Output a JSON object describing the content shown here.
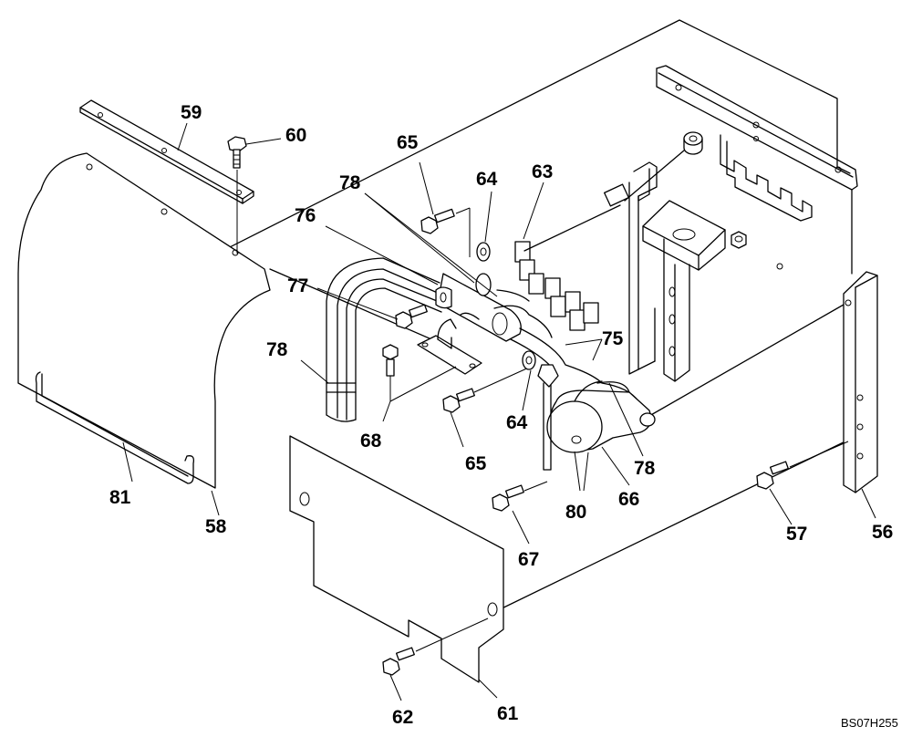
{
  "drawing_code": "BS07H255",
  "callouts": {
    "c56": "56",
    "c57": "57",
    "c58": "58",
    "c59": "59",
    "c60": "60",
    "c61": "61",
    "c62": "62",
    "c63": "63",
    "c64a": "64",
    "c64b": "64",
    "c65a": "65",
    "c65b": "65",
    "c66": "66",
    "c67": "67",
    "c68": "68",
    "c75": "75",
    "c76": "76",
    "c77": "77",
    "c78a": "78",
    "c78b": "78",
    "c78c": "78",
    "c80": "80",
    "c81": "81"
  }
}
